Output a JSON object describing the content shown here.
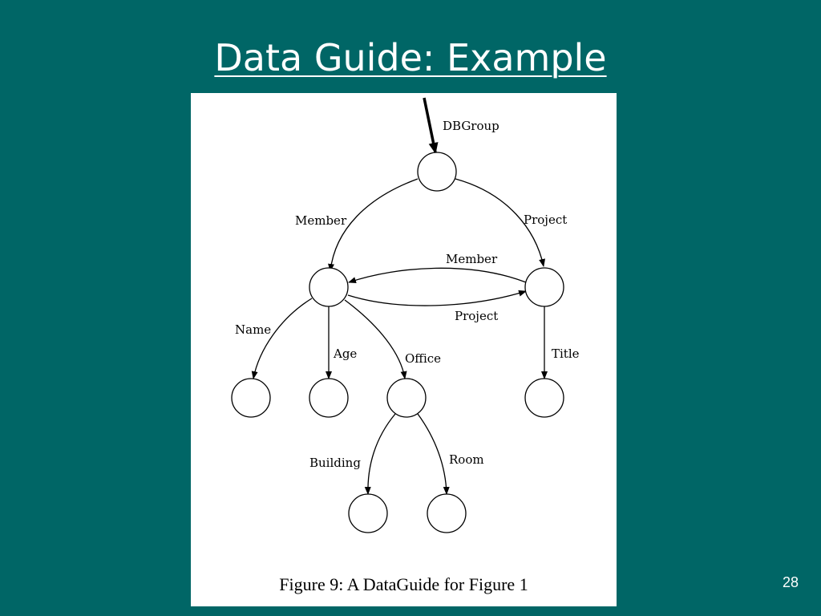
{
  "slide": {
    "title": "Data Guide: Example",
    "page_number": "28"
  },
  "figure": {
    "caption": "Figure 9:  A DataGuide for Figure 1",
    "labels": {
      "root": "DBGroup",
      "member_down": "Member",
      "project_down": "Project",
      "member_back": "Member",
      "project_across": "Project",
      "name": "Name",
      "age": "Age",
      "office": "Office",
      "title": "Title",
      "building": "Building",
      "room": "Room"
    }
  },
  "colors": {
    "background": "#006666",
    "panel": "#ffffff",
    "ink": "#000000"
  }
}
